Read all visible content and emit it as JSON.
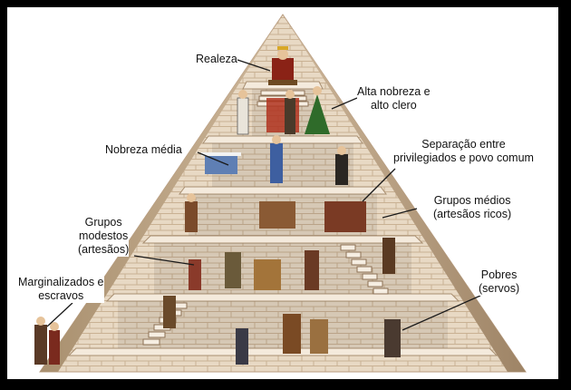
{
  "colors": {
    "stone_light": "#efe3d2",
    "stone_mid": "#d8c4aa",
    "stone_dark": "#b89c80",
    "mortar": "#c9b193",
    "step_shadow": "#9c7e62",
    "leader": "#1a1a1a"
  },
  "labels": {
    "realeza": "Realeza",
    "alta_nobreza": "Alta nobreza e\nalto clero",
    "nobreza_media": "Nobreza média",
    "separacao": "Separação entre\nprivilegiados e povo comum",
    "grupos_medios": "Grupos médios\n(artesãos ricos)",
    "grupos_modestos": "Grupos\nmodestos\n(artesãos)",
    "marginalizados": "Marginalizados e\nescravos",
    "pobres": "Pobres\n(servos)"
  }
}
